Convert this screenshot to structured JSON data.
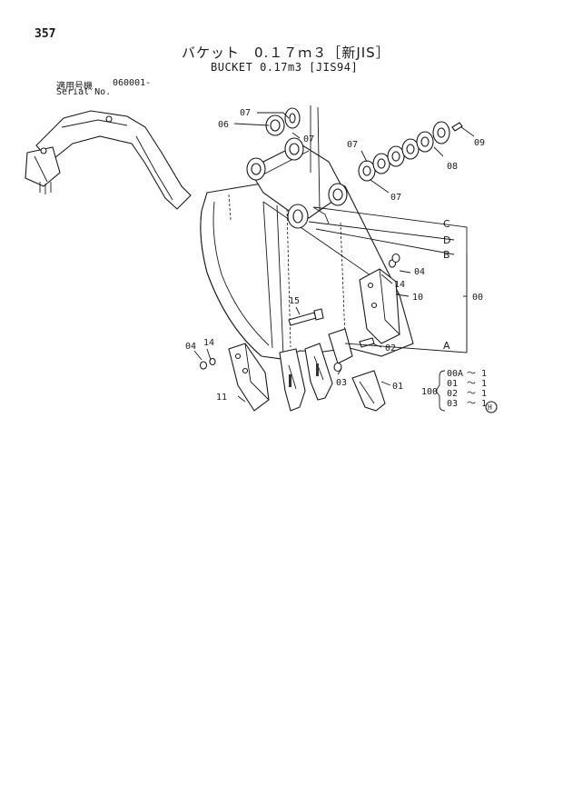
{
  "page": {
    "number": "357",
    "title_jp": "バケット　0.１７ｍ３［新JIS］",
    "title_en": "BUCKET 0.17m3 [JIS94]",
    "applicable_label": "適用号機",
    "serial_range": "060001-",
    "serial_label": "Serial No."
  },
  "callouts": {
    "c00": "00",
    "c01": "01",
    "c02": "02",
    "c03": "03",
    "c04a": "04",
    "c04b": "04",
    "c06": "06",
    "c07a": "07",
    "c07b": "07",
    "c07c": "07",
    "c07d": "07",
    "c08": "08",
    "c09": "09",
    "c10": "10",
    "c11": "11",
    "c14a": "14",
    "c14b": "14",
    "c15": "15"
  },
  "letters": {
    "A": "A",
    "B": "B",
    "C": "C",
    "D": "D"
  },
  "kit": {
    "number": "100",
    "rows": [
      {
        "part": "00A",
        "qty": "～ 1"
      },
      {
        "part": "01",
        "qty": "～ 1"
      },
      {
        "part": "02",
        "qty": "～ 1"
      },
      {
        "part": "03",
        "qty": "～ 1"
      }
    ],
    "mark": "H"
  }
}
